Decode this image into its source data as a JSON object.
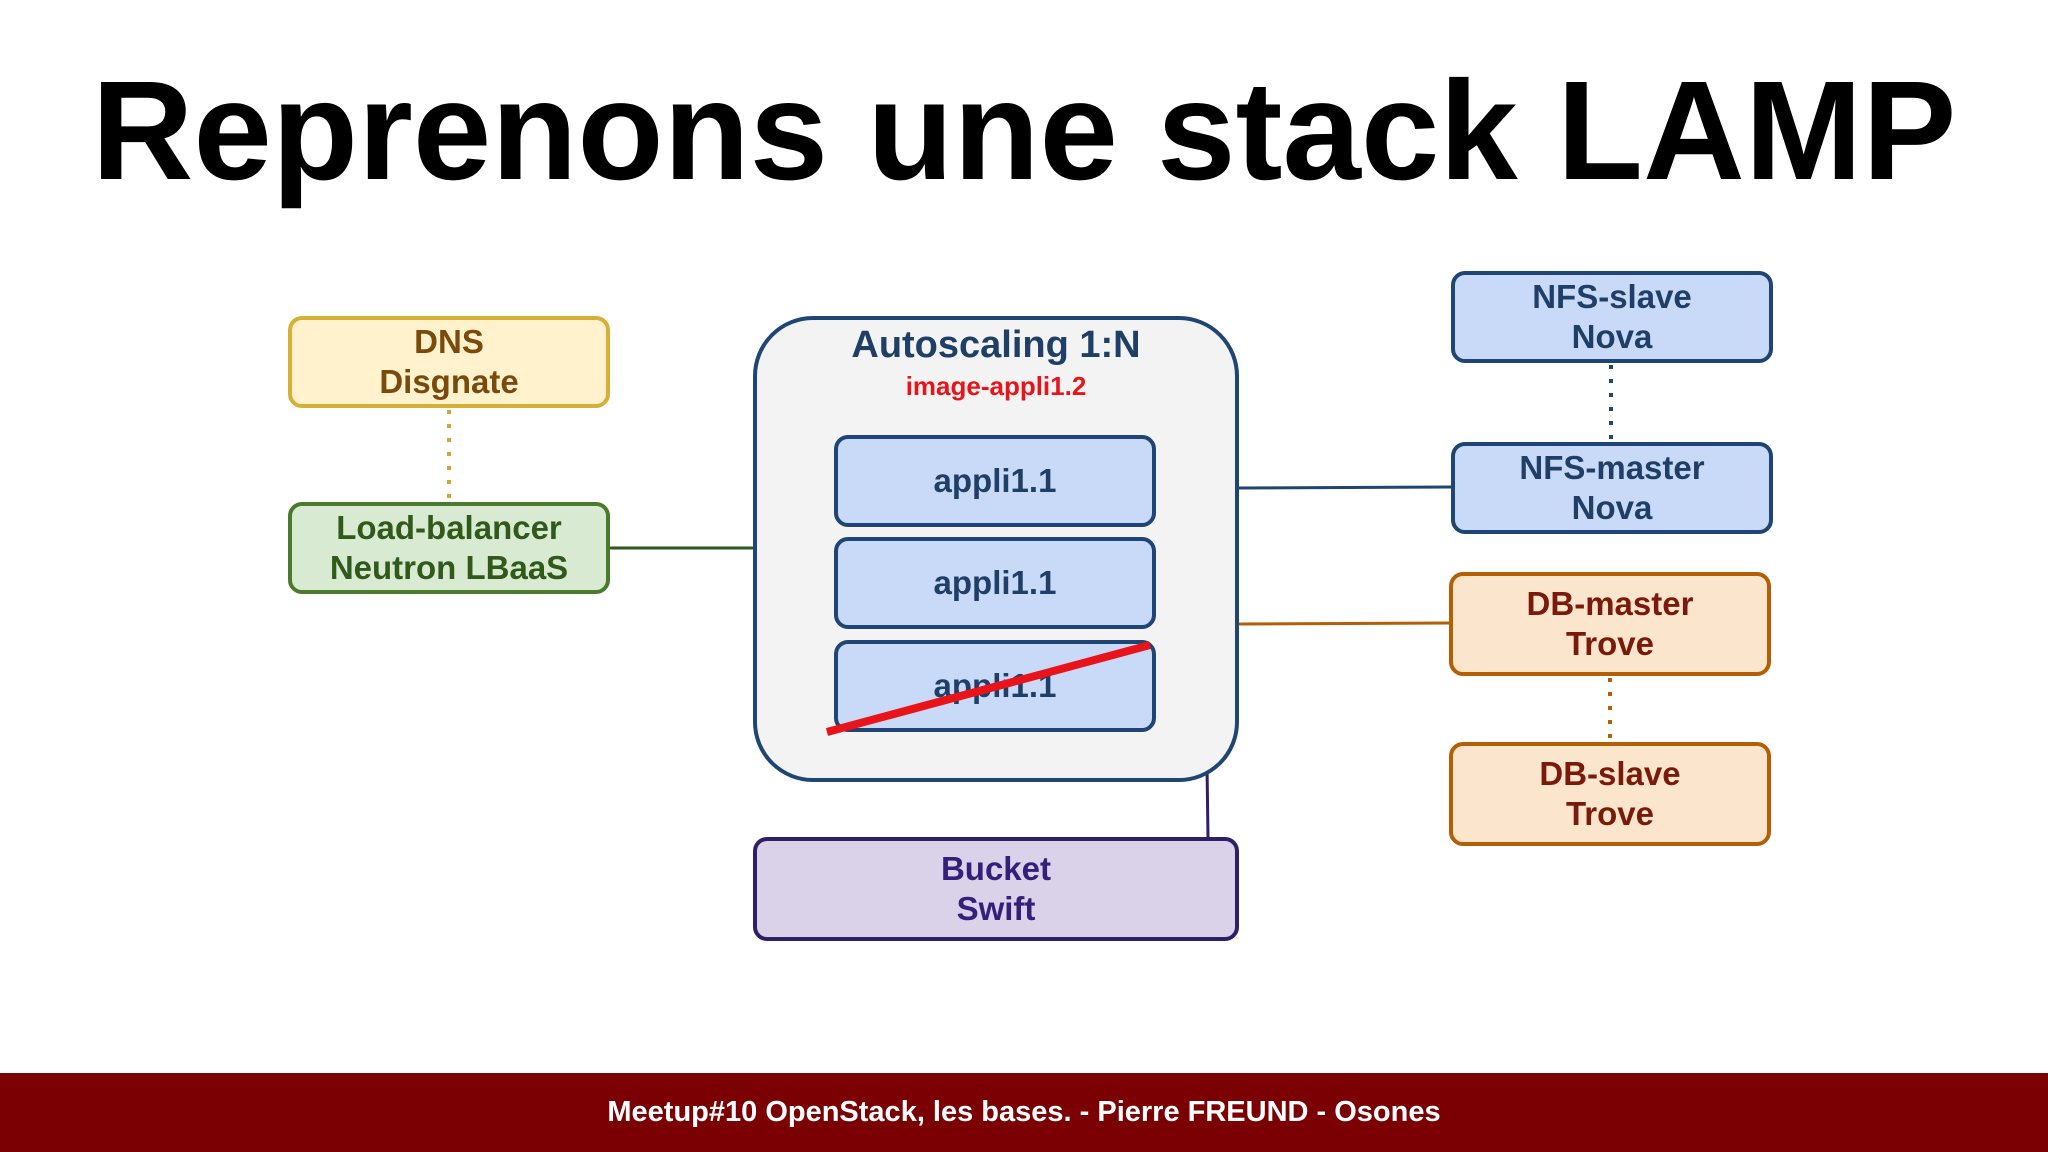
{
  "slide": {
    "title": "Reprenons une stack LAMP",
    "footer": "Meetup#10 OpenStack, les bases. - Pierre FREUND - Osones"
  },
  "diagram": {
    "dns": {
      "line1": "DNS",
      "line2": "Disgnate"
    },
    "load_balancer": {
      "line1": "Load-balancer",
      "line2": "Neutron LBaaS"
    },
    "autoscaling": {
      "title": "Autoscaling 1:N",
      "image": "image-appli1.2",
      "instances": [
        {
          "label": "appli1.1",
          "struck": false
        },
        {
          "label": "appli1.1",
          "struck": false
        },
        {
          "label": "appli1.1",
          "struck": true
        }
      ]
    },
    "bucket": {
      "line1": "Bucket",
      "line2": "Swift"
    },
    "nfs_slave": {
      "line1": "NFS-slave",
      "line2": "Nova"
    },
    "nfs_master": {
      "line1": "NFS-master",
      "line2": "Nova"
    },
    "db_master": {
      "line1": "DB-master",
      "line2": "Trove"
    },
    "db_slave": {
      "line1": "DB-slave",
      "line2": "Trove"
    },
    "colors": {
      "strike": "#e8141a",
      "footer_bg": "#7b0004"
    }
  }
}
